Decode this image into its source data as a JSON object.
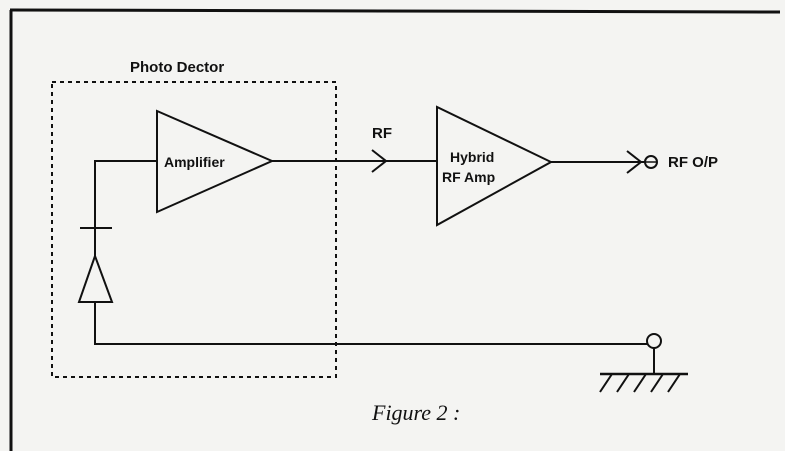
{
  "figure": {
    "caption": "Figure 2 :"
  },
  "labels": {
    "group_box": "Photo Dector",
    "amplifier": "Amplifier",
    "rf_signal": "RF",
    "hybrid_line1": "Hybrid",
    "hybrid_line2": "RF Amp",
    "output": "RF O/P"
  },
  "colors": {
    "line": "#111111",
    "background": "#f4f4f2"
  }
}
